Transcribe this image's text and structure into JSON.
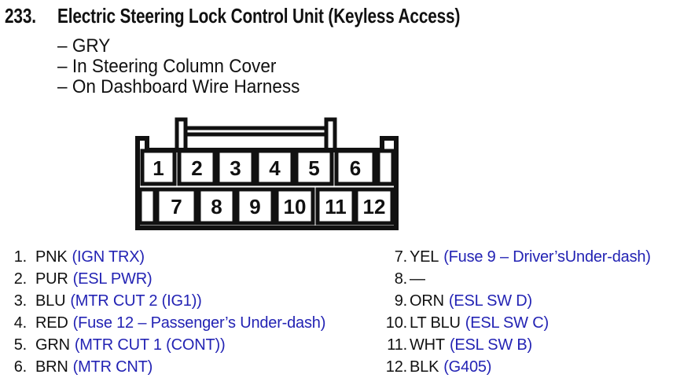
{
  "header": {
    "number": "233.",
    "title": "Electric Steering Lock Control Unit (Keyless Access)",
    "attributes": [
      "– GRY",
      "– In Steering Column Cover",
      "– On Dashboard Wire Harness"
    ]
  },
  "connector": {
    "description": "12-cavity connector, front view",
    "top_row_pins": [
      "1",
      "2",
      "3",
      "4",
      "5",
      "6"
    ],
    "bottom_row_pins": [
      "7",
      "8",
      "9",
      "10",
      "11",
      "12"
    ]
  },
  "pinout": {
    "left_column": [
      {
        "num": "1.",
        "wire": "PNK",
        "signal": "(IGN TRX)"
      },
      {
        "num": "2.",
        "wire": "PUR",
        "signal": "(ESL PWR)"
      },
      {
        "num": "3.",
        "wire": "BLU",
        "signal": "(MTR CUT 2 (IG1))"
      },
      {
        "num": "4.",
        "wire": "RED",
        "signal": "(Fuse 12 – Passenger’s Under-dash)"
      },
      {
        "num": "5.",
        "wire": "GRN",
        "signal": "(MTR CUT 1 (CONT))"
      },
      {
        "num": "6.",
        "wire": "BRN",
        "signal": "(MTR CNT)"
      }
    ],
    "right_column": [
      {
        "num": "7.",
        "wire": "YEL",
        "signal": "(Fuse 9 – Driver’sUnder-dash)"
      },
      {
        "num": "8.",
        "wire": "—",
        "signal": ""
      },
      {
        "num": "9.",
        "wire": "ORN",
        "signal": "(ESL SW D)"
      },
      {
        "num": "10.",
        "wire": "LT BLU",
        "signal": "(ESL SW C)"
      },
      {
        "num": "11.",
        "wire": "WHT",
        "signal": "(ESL SW B)"
      },
      {
        "num": "12.",
        "wire": "BLK",
        "signal": "(G405)"
      }
    ]
  },
  "colors": {
    "signal_blue": "#2323b4",
    "text_black": "#111111"
  }
}
